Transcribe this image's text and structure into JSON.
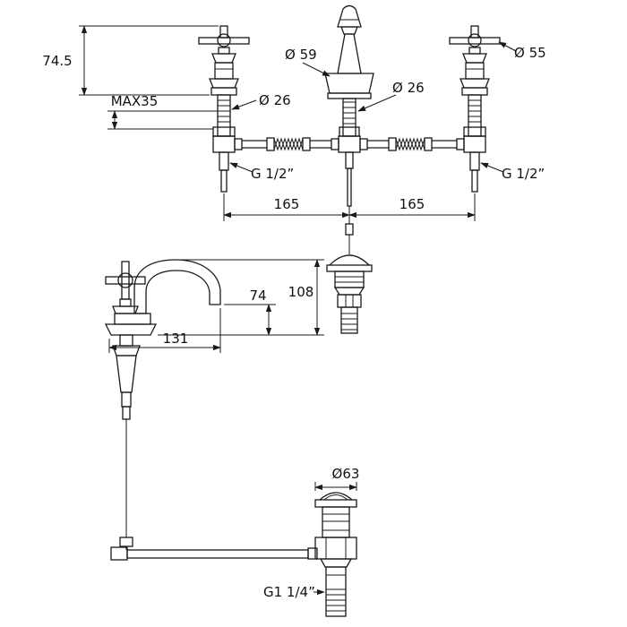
{
  "drawing": {
    "background": "#ffffff",
    "line_color": "#1a1a1a",
    "type": "faucet-technical-dimension-drawing",
    "labels": {
      "handle_height": "74.5",
      "max_thickness": "MAX35",
      "left_valve_diameter": "Ø 26",
      "spout_base_diameter": "Ø 59",
      "center_shank_diameter": "Ø 26",
      "handle_diameter": "Ø 55",
      "left_inlet_thread": "G 1/2”",
      "right_inlet_thread": "G 1/2”",
      "left_center_distance": "165",
      "right_center_distance": "165",
      "spout_outlet_height": "74",
      "spout_total_height": "108",
      "spout_reach": "131",
      "waste_flange_diameter": "Ø63",
      "waste_thread": "G1 1/4”"
    }
  }
}
